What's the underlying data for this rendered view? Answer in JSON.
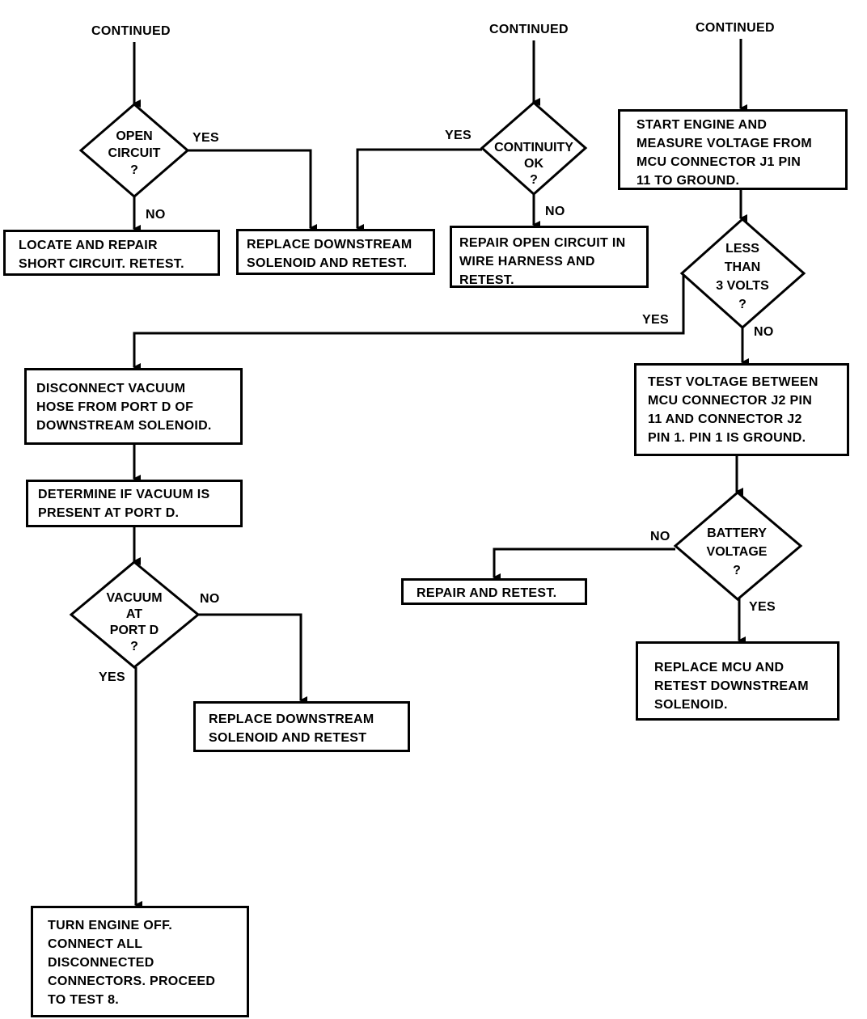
{
  "headers": {
    "left": "CONTINUED",
    "middle": "CONTINUED",
    "right": "CONTINUED"
  },
  "decisions": {
    "open_circuit": "OPEN\nCIRCUIT\n?",
    "continuity_ok": "CONTINUITY\nOK\n?",
    "less_than_3v": "LESS\nTHAN\n3 VOLTS\n?",
    "vacuum_port_d": "VACUUM\nAT\nPORT D\n?",
    "battery_voltage": "BATTERY\nVOLTAGE\n?"
  },
  "boxes": {
    "locate_repair": "LOCATE AND REPAIR\nSHORT CIRCUIT. RETEST.",
    "replace_solenoid_1": "REPLACE DOWNSTREAM\nSOLENOID AND RETEST.",
    "repair_open": "REPAIR OPEN CIRCUIT IN\nWIRE HARNESS AND\nRETEST.",
    "start_engine": "START ENGINE AND\nMEASURE VOLTAGE FROM\nMCU CONNECTOR J1 PIN\n11 TO GROUND.",
    "disconnect_hose": "DISCONNECT VACUUM\nHOSE FROM PORT D OF\nDOWNSTREAM SOLENOID.",
    "determine_vacuum": "DETERMINE IF VACUUM IS\nPRESENT AT PORT D.",
    "replace_solenoid_2": "REPLACE DOWNSTREAM\nSOLENOID AND RETEST",
    "turn_engine_off": "TURN ENGINE OFF.\nCONNECT ALL\nDISCONNECTED\nCONNECTORS. PROCEED\nTO TEST 8.",
    "test_voltage": "TEST VOLTAGE BETWEEN\nMCU CONNECTOR J2 PIN\n11 AND CONNECTOR J2\nPIN 1. PIN 1 IS GROUND.",
    "repair_retest": "REPAIR AND RETEST.",
    "replace_mcu": "REPLACE MCU AND\nRETEST DOWNSTREAM\nSOLENOID."
  },
  "labels": {
    "open_yes": "YES",
    "open_no": "NO",
    "cont_yes": "YES",
    "cont_no": "NO",
    "less_yes": "YES",
    "less_no": "NO",
    "vac_no": "NO",
    "vac_yes": "YES",
    "bat_no": "NO",
    "bat_yes": "YES"
  }
}
